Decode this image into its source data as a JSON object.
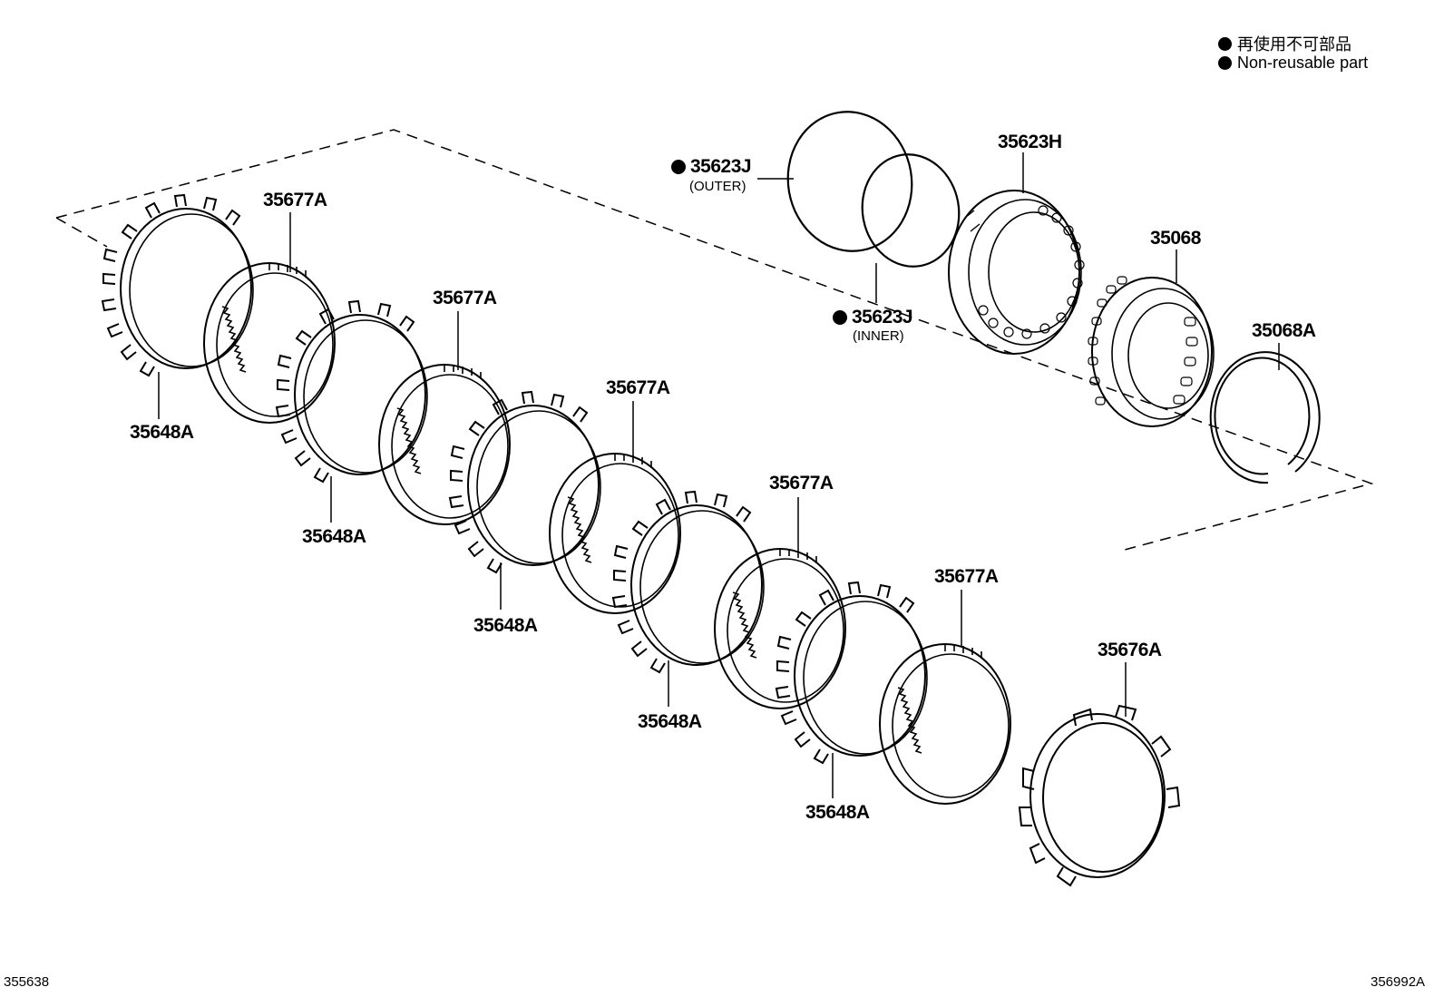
{
  "legend": {
    "line_jp": "再使用不可部品",
    "line_en": "Non-reusable part"
  },
  "parts": {
    "p1": "35677A",
    "p2": "35677A",
    "p3": "35677A",
    "p4": "35677A",
    "p5": "35677A",
    "d1": "35648A",
    "d2": "35648A",
    "d3": "35648A",
    "d4": "35648A",
    "d5": "35648A",
    "outer_seal": "35623J",
    "outer_seal_note": "(OUTER)",
    "inner_seal": "35623J",
    "inner_seal_note": "(INNER)",
    "piston": "35623H",
    "spring": "35068",
    "snap_ring": "35068A",
    "flange": "35676A"
  },
  "footer": {
    "left_code": "355638",
    "right_code": "356992A"
  }
}
